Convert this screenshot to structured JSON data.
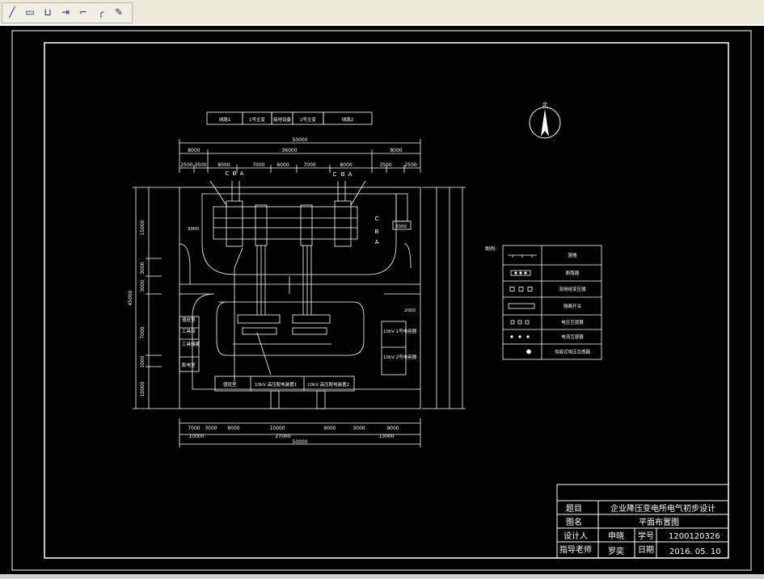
{
  "toolbar": {
    "buttons": [
      {
        "icon": "line-icon",
        "glyph": "╱"
      },
      {
        "icon": "rectangle-icon",
        "glyph": "▭"
      },
      {
        "icon": "open-rectangle-icon",
        "glyph": "⊔"
      },
      {
        "icon": "move-icon",
        "glyph": "⇥"
      },
      {
        "icon": "arc-icon",
        "glyph": "⌐"
      },
      {
        "icon": "curve-icon",
        "glyph": "╭"
      },
      {
        "icon": "pencil-icon",
        "glyph": "✎"
      }
    ]
  },
  "drawing": {
    "tops_table": [
      "线路1",
      "1号主变",
      "接地设备",
      "2号主变",
      "线路2"
    ],
    "dims_top": {
      "total": "50000",
      "row1": [
        "8000",
        "36000",
        "8000"
      ],
      "row2": [
        "2500",
        "3500",
        "8000",
        "7000",
        "6000",
        "7000",
        "8000",
        "3500",
        "2500"
      ]
    },
    "dims_bottom": {
      "row1": [
        "7000",
        "3000",
        "8000",
        "10000",
        "9000",
        "3000",
        "9000"
      ],
      "row2": [
        "10000",
        "27000",
        "13000"
      ],
      "total": "50000"
    },
    "dims_left": [
      "15000",
      "3000",
      "3000",
      "7000",
      "1000",
      "10000",
      "45000"
    ],
    "phase_labels_left": [
      "C",
      "B",
      "A"
    ],
    "phase_labels_right": [
      "C",
      "B",
      "A"
    ],
    "busbar_labels": [
      "C",
      "B",
      "A"
    ],
    "small_dim": "3000",
    "room_labels": [
      "值班室",
      "工具间",
      "工具储藏",
      "配电室",
      "值班室"
    ],
    "bottom_rooms": [
      "值班室",
      "10kV 高压配电装置1",
      "10kV 高压配电装置2"
    ],
    "right_rooms": [
      "10kV 1号电容器",
      "10kV 2号电容器"
    ],
    "right_box": "3000",
    "dim_2000": "2000",
    "north_label": "北"
  },
  "legend": {
    "title": "图例:",
    "items": [
      {
        "symbol": "fence",
        "label": "围墙"
      },
      {
        "symbol": "breaker",
        "label": "断路器"
      },
      {
        "symbol": "insulator",
        "label": "双绕组变压器"
      },
      {
        "symbol": "switch",
        "label": "隔离开关"
      },
      {
        "symbol": "vt",
        "label": "电压互感器"
      },
      {
        "symbol": "ct",
        "label": "电流互感器"
      },
      {
        "symbol": "arrester",
        "label": "电容式电压互感器"
      }
    ]
  },
  "title_block": {
    "topic_label": "题目",
    "topic_value": "企业降压变电所电气初步设计",
    "drawing_label": "图名",
    "drawing_value": "平面布置图",
    "designer_label": "设计人",
    "designer_value": "申晓",
    "id_label": "学号",
    "id_value": "1200120326",
    "teacher_label": "指导老师",
    "teacher_value": "罗奕",
    "date_label": "日期",
    "date_value": "2016. 05. 10"
  }
}
